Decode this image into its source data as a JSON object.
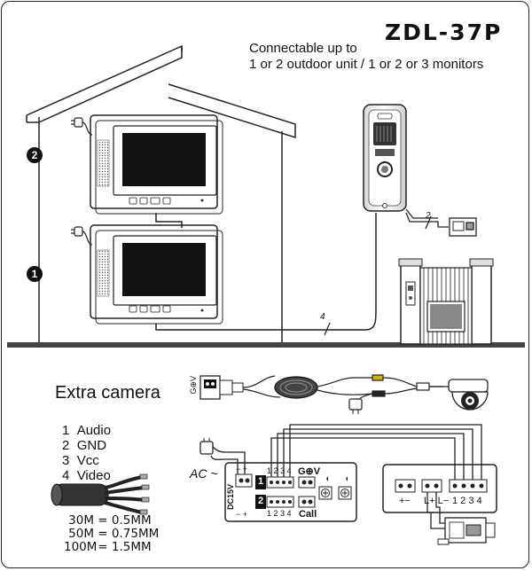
{
  "title": "ZDL-37P",
  "note": {
    "line1": "Connectable up to",
    "line2": "1 or 2 outdoor unit / 1 or 2 or 3 monitors"
  },
  "floors": {
    "upper": "2",
    "lower": "1"
  },
  "wire_marks": {
    "house_cable": "4",
    "gate_cable": "2"
  },
  "extra_camera_label": "Extra camera",
  "camera_plug_label": "G⊕V",
  "pinout": [
    {
      "num": "1",
      "name": "Audio"
    },
    {
      "num": "2",
      "name": "GND"
    },
    {
      "num": "3",
      "name": "Vcc"
    },
    {
      "num": "4",
      "name": "Video"
    }
  ],
  "cable_specs": [
    {
      "length": "30M",
      "eq": "=",
      "gauge": "0.5MM"
    },
    {
      "length": "50M",
      "eq": "=",
      "gauge": "0.75MM"
    },
    {
      "length": "100M",
      "eq": "=",
      "gauge": "1.5MM"
    }
  ],
  "ac_label": "AC ~",
  "monitor_terminal": {
    "power_label": "DC15V",
    "power_pins": "−  +",
    "door1_label": "1",
    "door2_label": "2",
    "pins_top": "1 2 3 4",
    "pins_bottom": "1 2 3 4",
    "camera_label": "G⊕V",
    "call_label": "Call"
  },
  "outdoor_terminal": {
    "power_pins": "+−",
    "lock_pins": "L+ L−",
    "signal_pins": "1 2 3 4"
  },
  "colors": {
    "line": "#222222",
    "screen": "#111111",
    "panel": "#f4f4f4"
  }
}
